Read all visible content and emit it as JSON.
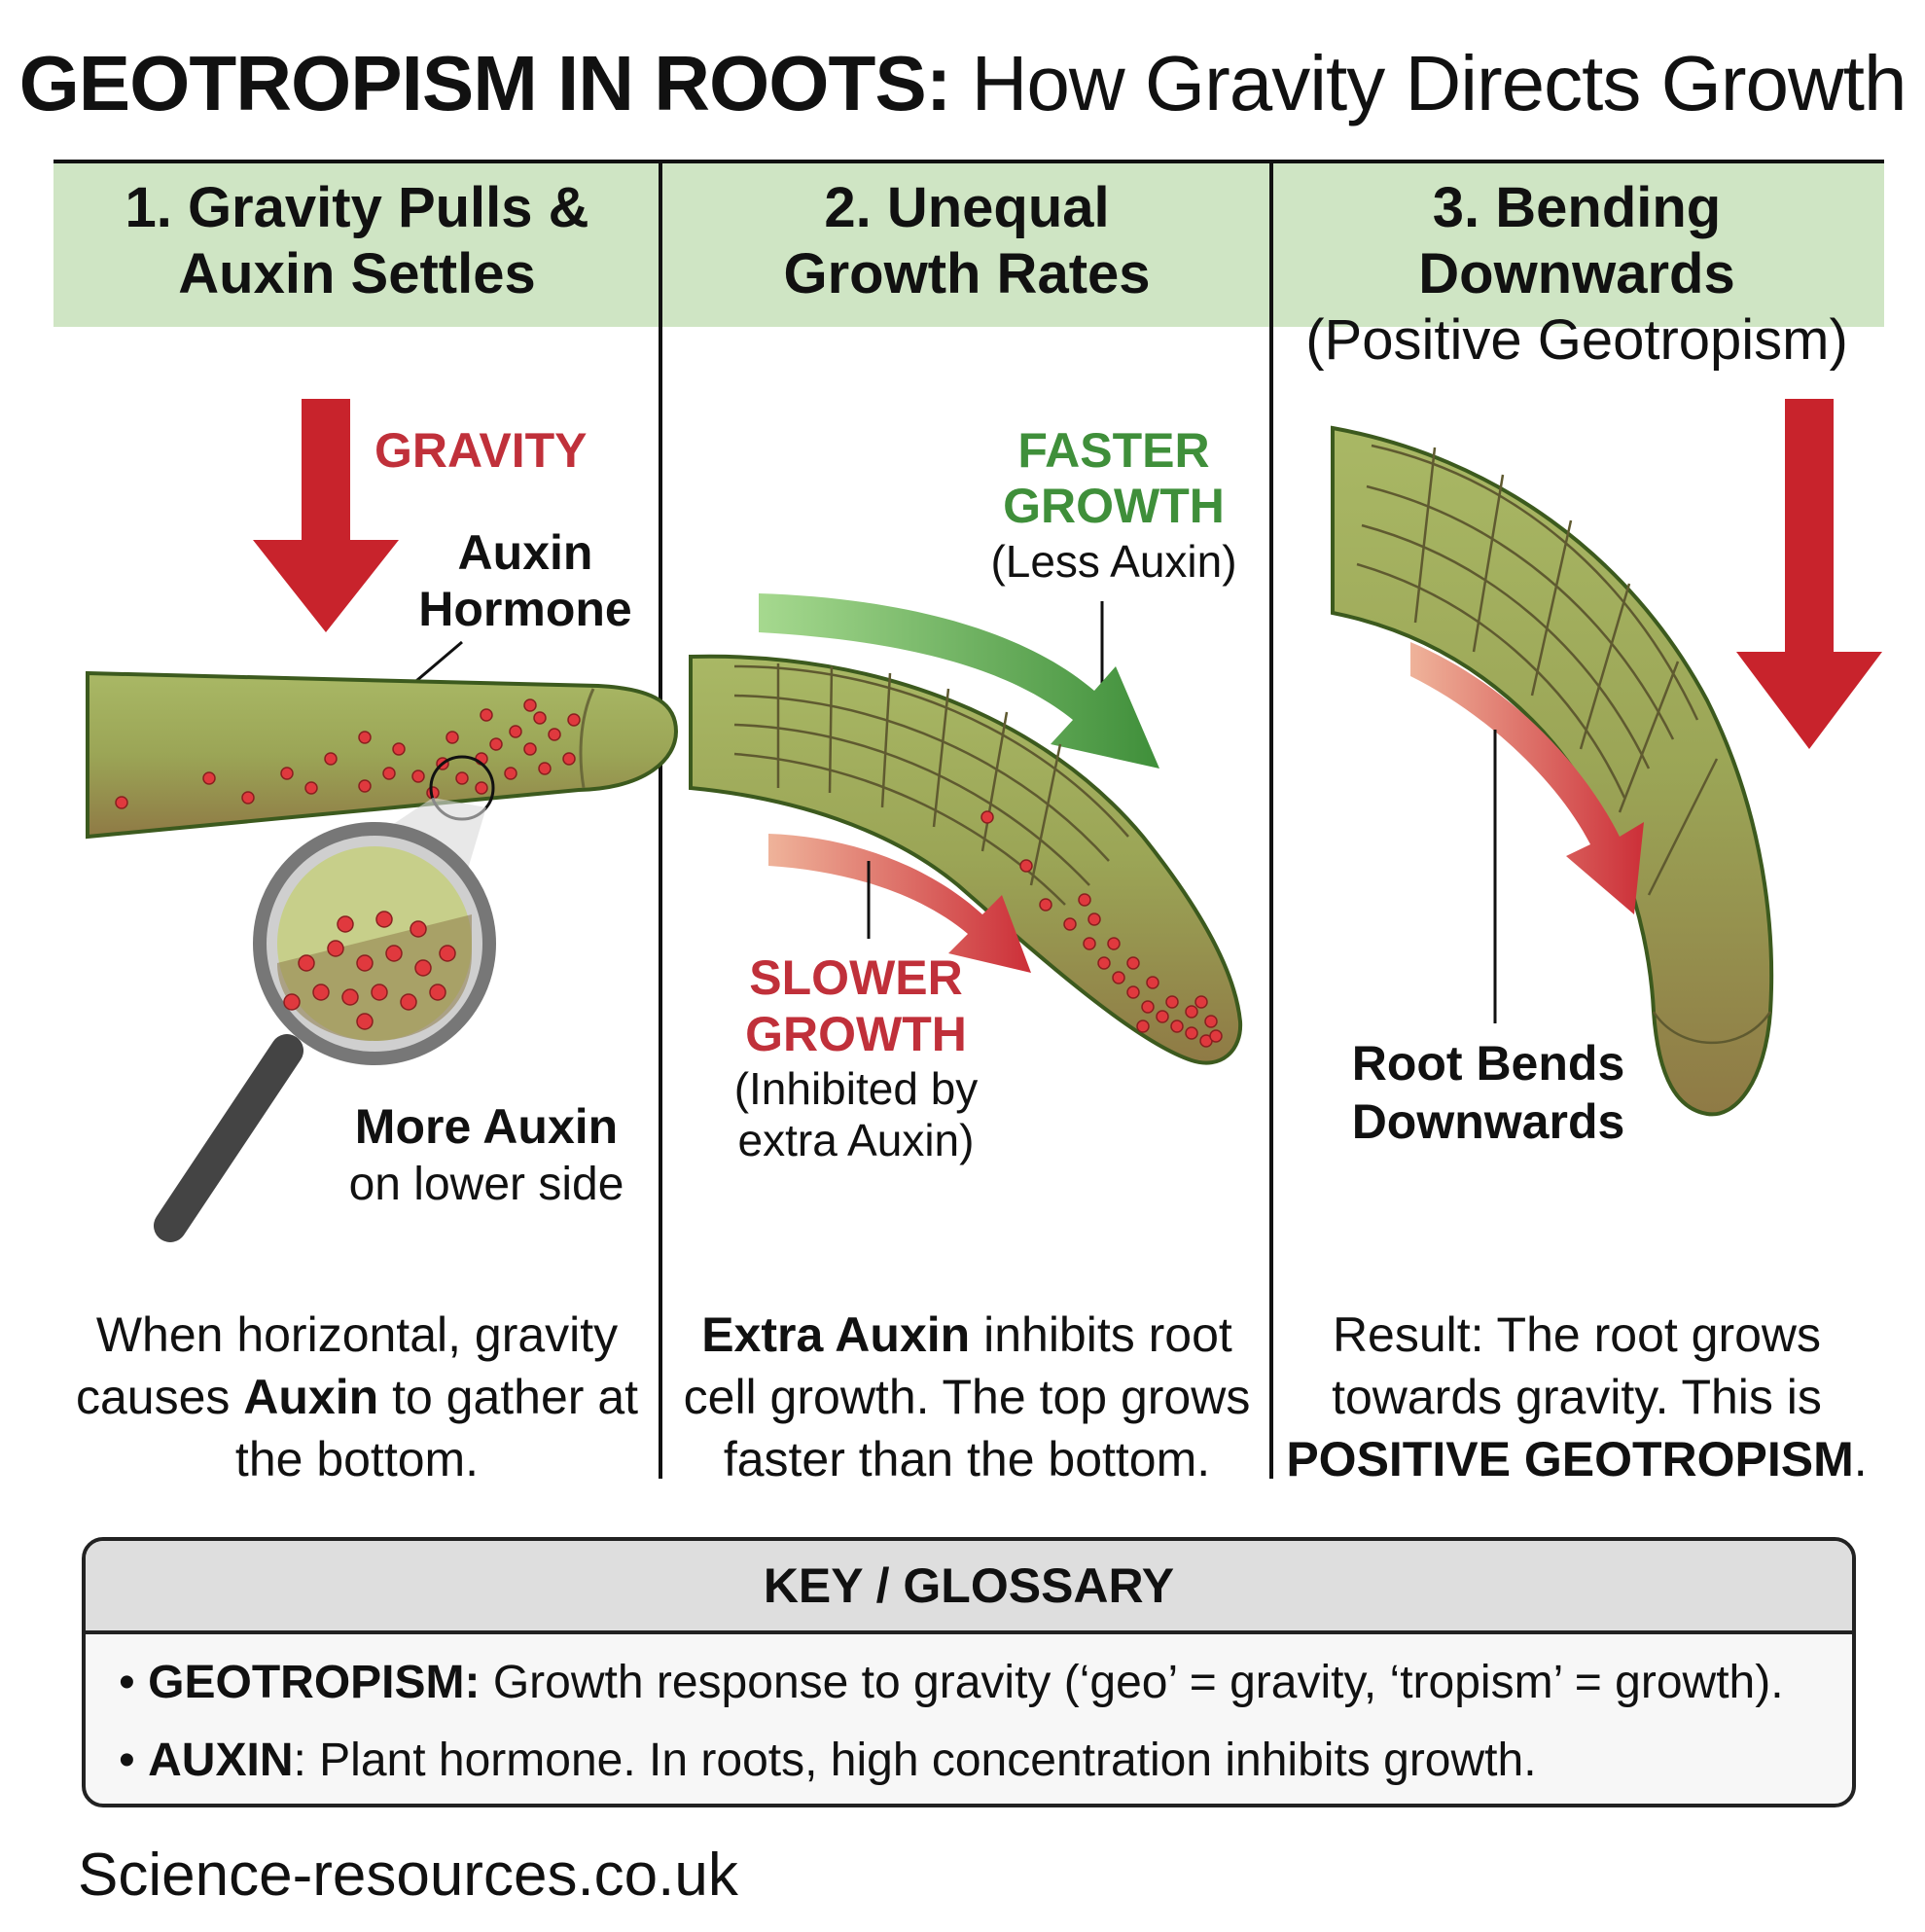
{
  "title": {
    "bold": "GEOTROPISM IN ROOTS:",
    "normal": " How Gravity Directs Growth"
  },
  "colors": {
    "header_band": "#cfe5c4",
    "gravity_red": "#c8232c",
    "faster_green": "#3f8f3a",
    "slower_red": "#c0303a",
    "root_fill": "#9aa55a",
    "auxin_dot": "#e0393e"
  },
  "panels": [
    {
      "heading_line1": "1. Gravity Pulls &",
      "heading_line2": "Auxin Settles",
      "labels": {
        "gravity": "GRAVITY",
        "auxin_line1": "Auxin",
        "auxin_line2": "Hormone",
        "more_line1": "More Auxin",
        "more_line2": "on lower side"
      },
      "caption": {
        "p1": "When horizontal, gravity causes ",
        "bold": "Auxin",
        "p2": " to gather at the bottom."
      }
    },
    {
      "heading_line1": "2. Unequal",
      "heading_line2": "Growth Rates",
      "labels": {
        "faster_line1": "FASTER",
        "faster_line2": "GROWTH",
        "faster_sub": "(Less Auxin)",
        "slower_line1": "SLOWER",
        "slower_line2": "GROWTH",
        "slower_sub1": "(Inhibited by",
        "slower_sub2": "extra Auxin)"
      },
      "caption": {
        "bold": "Extra Auxin",
        "p1": " inhibits root cell growth. The top grows faster than the bottom."
      }
    },
    {
      "heading_line1": "3. Bending Downwards",
      "heading_line2": "(Positive Geotropism)",
      "labels": {
        "bend_line1": "Root Bends",
        "bend_line2": "Downwards"
      },
      "caption": {
        "p1": "Result: The root grows towards gravity. This is ",
        "bold": "POSITIVE GEOTROPISM",
        "p2": "."
      }
    }
  ],
  "key": {
    "heading": "KEY / GLOSSARY",
    "items": [
      {
        "bullet": "• ",
        "term": "GEOTROPISM:",
        "text": " Growth response to gravity (‘geo’ = gravity, ‘tropism’ = growth)."
      },
      {
        "bullet": "• ",
        "term": "AUXIN",
        "text": ": Plant hormone. In roots, high concentration inhibits growth."
      }
    ]
  },
  "footer": "Science-resources.co.uk"
}
